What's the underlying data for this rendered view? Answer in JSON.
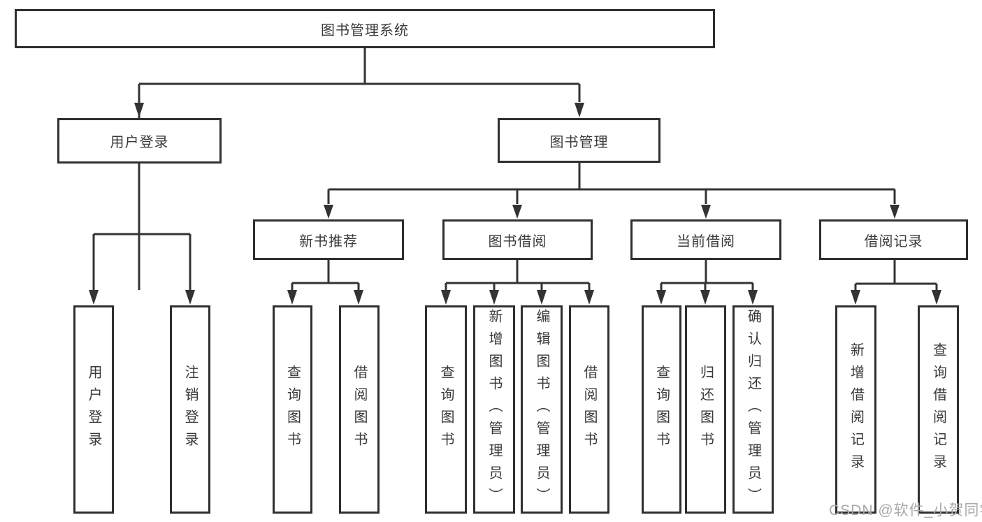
{
  "diagram": {
    "root_label": "图书管理系统",
    "branches": [
      {
        "label": "用户登录",
        "children": [
          "用户登录",
          "注销登录"
        ]
      },
      {
        "label": "图书管理"
      }
    ],
    "modules": [
      {
        "label": "新书推荐",
        "children": [
          "查询图书",
          "借阅图书"
        ]
      },
      {
        "label": "图书借阅",
        "children": [
          "查询图书",
          "新增图书（管理员）",
          "编辑图书（管理员）",
          "借阅图书"
        ]
      },
      {
        "label": "当前借阅",
        "children": [
          "查询图书",
          "归还图书",
          "确认归还（管理员）"
        ]
      },
      {
        "label": "借阅记录",
        "children": [
          "新增借阅记录",
          "查询借阅记录"
        ]
      }
    ]
  },
  "watermark": "CSDN @软件_小贺同学",
  "colors": {
    "line": "#333333",
    "border": "#2f2f2f",
    "text": "#3a3a3a",
    "watermark": "#a9a9a9",
    "background": "#ffffff"
  }
}
